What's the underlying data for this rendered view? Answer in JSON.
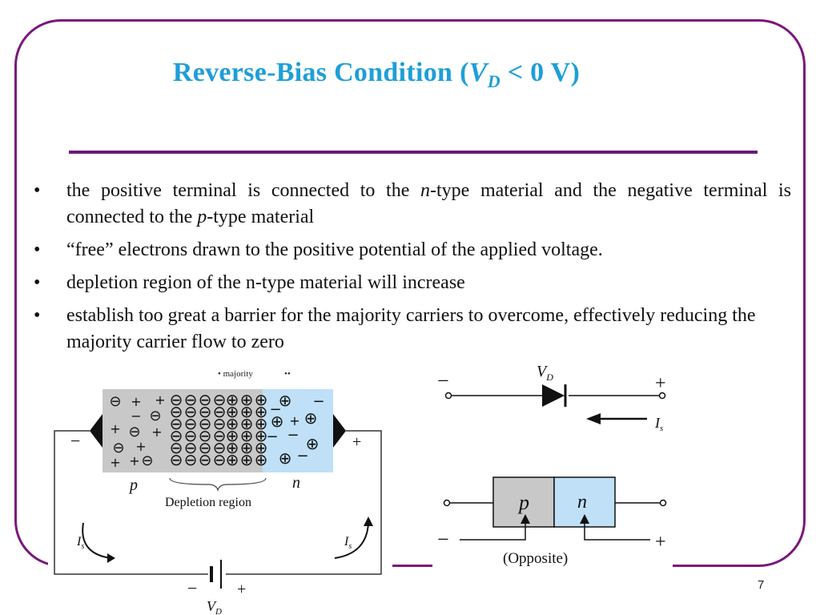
{
  "slide": {
    "title_main": "Reverse-Bias Condition (",
    "title_var": "V",
    "title_sub": "D",
    "title_tail": " < 0 V)",
    "page_number": "7"
  },
  "bullets": [
    {
      "symbol": "•",
      "a": "the positive terminal is connected to the ",
      "b": "n",
      "c": "-type material and the negative terminal is connected to the ",
      "d": "p",
      "e": "-type material"
    },
    {
      "symbol": "•",
      "text": "“free” electrons drawn to the positive potential of the applied voltage."
    },
    {
      "symbol": "•",
      "text": "depletion region of the n-type material will increase"
    },
    {
      "symbol": "•",
      "text": "establish too great a barrier for the majority carriers to overcome, effectively reducing the majority carrier flow to zero"
    }
  ],
  "left_diagram": {
    "top_note": "• majority",
    "top_note2": "••",
    "p_label": "p",
    "n_label": "n",
    "region_label": "Depletion region",
    "minus_left": "−",
    "plus_right": "+",
    "is_left": "I",
    "is_left_sub": "s",
    "is_right": "I",
    "is_right_sub": "s",
    "battery_minus": "−",
    "battery_plus": "+",
    "vd": "V",
    "vd_sub": "D",
    "plus_sign": "+",
    "minus_sign": "−",
    "plus_circle": "⊕",
    "minus_circle": "⊖"
  },
  "right_diagram": {
    "vd": "V",
    "vd_sub": "D",
    "minus_top": "−",
    "plus_top": "+",
    "is": "I",
    "is_sub": "s",
    "p_label": "p",
    "n_label": "n",
    "minus_bottom": "−",
    "plus_bottom": "+",
    "caption": "(Opposite)"
  },
  "colors": {
    "frame": "#7a177d",
    "title": "#1e9fd8",
    "rule": "#6b1a7b",
    "p_fill": "#c8c8c8",
    "n_fill": "#bfe0f7"
  }
}
